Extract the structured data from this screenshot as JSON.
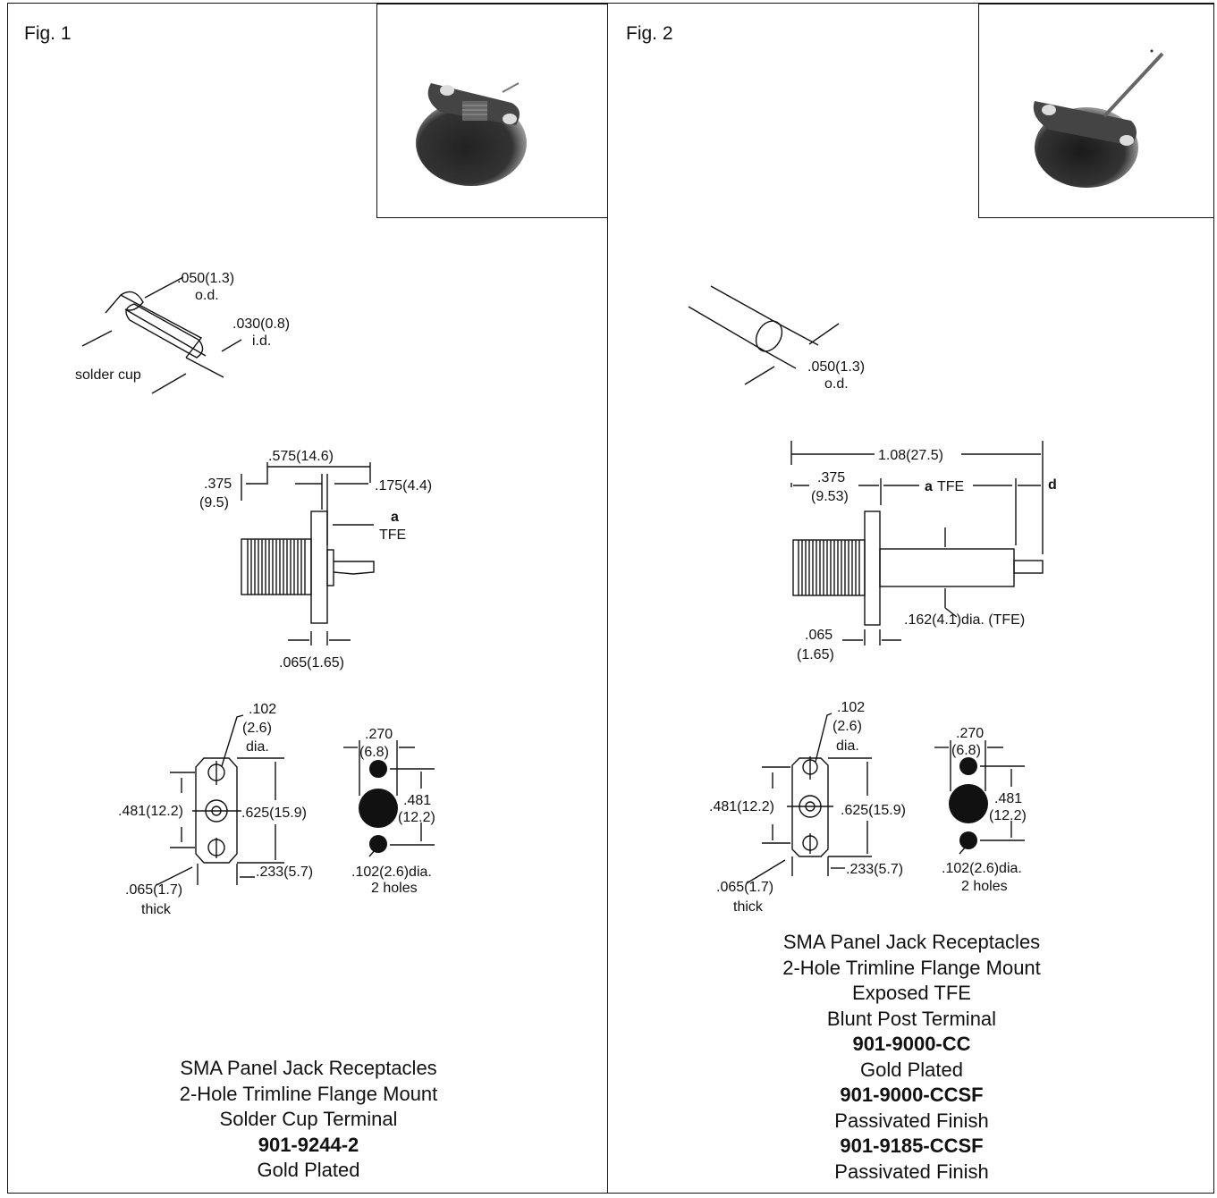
{
  "fig1": {
    "label": "Fig. 1",
    "solder_cup": {
      "od_value": ".050(1.3)",
      "od_unit": "o.d.",
      "id_value": ".030(0.8)",
      "id_unit": "i.d.",
      "label": "solder cup"
    },
    "side_view": {
      "dim_overall": ".575(14.6)",
      "dim_375_a": ".375",
      "dim_375_b": "(9.5)",
      "dim_175": ".175(4.4)",
      "dim_a": "a",
      "dim_tfe": "TFE",
      "dim_065": ".065(1.65)"
    },
    "flange_view": {
      "dim_102_a": ".102",
      "dim_102_b": "(2.6)",
      "dim_102_c": "dia.",
      "dim_481": ".481(12.2)",
      "dim_625": ".625(15.9)",
      "dim_233": ".233(5.7)",
      "dim_065_a": ".065(1.7)",
      "dim_065_b": "thick"
    },
    "panel_cutout": {
      "dim_270_a": ".270",
      "dim_270_b": "(6.8)",
      "dim_481_a": ".481",
      "dim_481_b": "(12.2)",
      "dim_holes_a": ".102(2.6)dia.",
      "dim_holes_b": "2 holes"
    },
    "caption": {
      "line1": "SMA Panel Jack Receptacles",
      "line2": "2-Hole Trimline Flange Mount",
      "line3": "Solder Cup Terminal",
      "part1": "901-9244-2",
      "finish1": "Gold Plated"
    }
  },
  "fig2": {
    "label": "Fig. 2",
    "post": {
      "od_value": ".050(1.3)",
      "od_unit": "o.d."
    },
    "side_view": {
      "dim_overall": "1.08(27.5)",
      "dim_375_a": ".375",
      "dim_375_b": "(9.53)",
      "dim_a": "a",
      "dim_tfe": "TFE",
      "dim_d": "d",
      "dim_162": ".162(4.1)dia. (TFE)",
      "dim_065_a": ".065",
      "dim_065_b": "(1.65)"
    },
    "flange_view": {
      "dim_102_a": ".102",
      "dim_102_b": "(2.6)",
      "dim_102_c": "dia.",
      "dim_481": ".481(12.2)",
      "dim_625": ".625(15.9)",
      "dim_233": ".233(5.7)",
      "dim_065_a": ".065(1.7)",
      "dim_065_b": "thick"
    },
    "panel_cutout": {
      "dim_270_a": ".270",
      "dim_270_b": "(6.8)",
      "dim_481_a": ".481",
      "dim_481_b": "(12.2)",
      "dim_holes_a": ".102(2.6)dia.",
      "dim_holes_b": "2 holes"
    },
    "caption": {
      "line1": "SMA Panel Jack Receptacles",
      "line2": "2-Hole Trimline Flange Mount",
      "line3": "Exposed TFE",
      "line4": "Blunt Post Terminal",
      "part1": "901-9000-CC",
      "finish1": "Gold Plated",
      "part2": "901-9000-CCSF",
      "finish2": "Passivated Finish",
      "part3": "901-9185-CCSF",
      "finish3": "Passivated Finish"
    }
  }
}
